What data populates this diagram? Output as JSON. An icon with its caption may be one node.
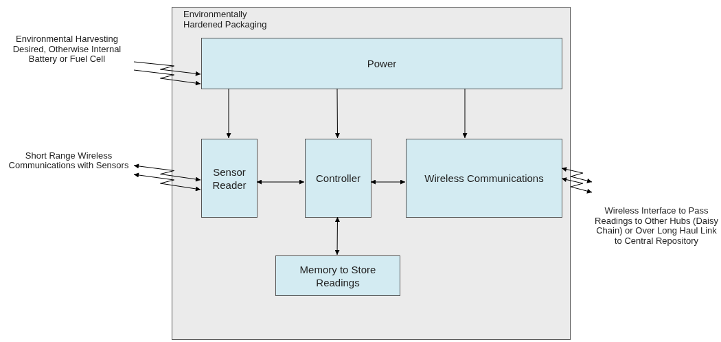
{
  "diagram": {
    "nodes": [
      {
        "text": [
          "Environmentally Hardened Packaging"
        ]
      },
      {
        "text": [
          "Power"
        ],
        "in": 0
      },
      {
        "text": [
          "Sensor Reader"
        ],
        "in": 0
      },
      {
        "text": [
          "Controller"
        ],
        "in": 0
      },
      {
        "text": [
          "Wireless Communications"
        ],
        "in": 0
      },
      {
        "text": [
          "Memory to Store Readings"
        ],
        "in": 0
      },
      {
        "text": [
          "Environmental Harvesting Desired, Otherwise Internal Battery or Fuel Cell"
        ]
      },
      {
        "text": [
          "Short Range Wireless Communications with Sensors"
        ]
      },
      {
        "text": [
          "Wireless Interface to Pass Readings to Other Hubs (Daisy Chain) or Over Long Haul Link to Central Repository"
        ]
      }
    ],
    "edges": [
      {
        "from": 1,
        "to": 2,
        "arrow": "to"
      },
      {
        "from": 1,
        "to": 3,
        "arrow": "to"
      },
      {
        "from": 1,
        "to": 4,
        "arrow": "to"
      },
      {
        "from": 2,
        "to": 3,
        "arrow": "both"
      },
      {
        "from": 3,
        "to": 4,
        "arrow": "both"
      },
      {
        "from": 3,
        "to": 5,
        "arrow": "both"
      },
      {
        "from": 6,
        "to": 1,
        "arrow": "to"
      },
      {
        "from": 6,
        "to": 1,
        "arrow": "to"
      },
      {
        "from": 7,
        "to": 2,
        "arrow": "both"
      },
      {
        "from": 7,
        "to": 2,
        "arrow": "both"
      },
      {
        "from": 4,
        "to": 8,
        "arrow": "both"
      },
      {
        "from": 4,
        "to": 8,
        "arrow": "both"
      }
    ]
  }
}
